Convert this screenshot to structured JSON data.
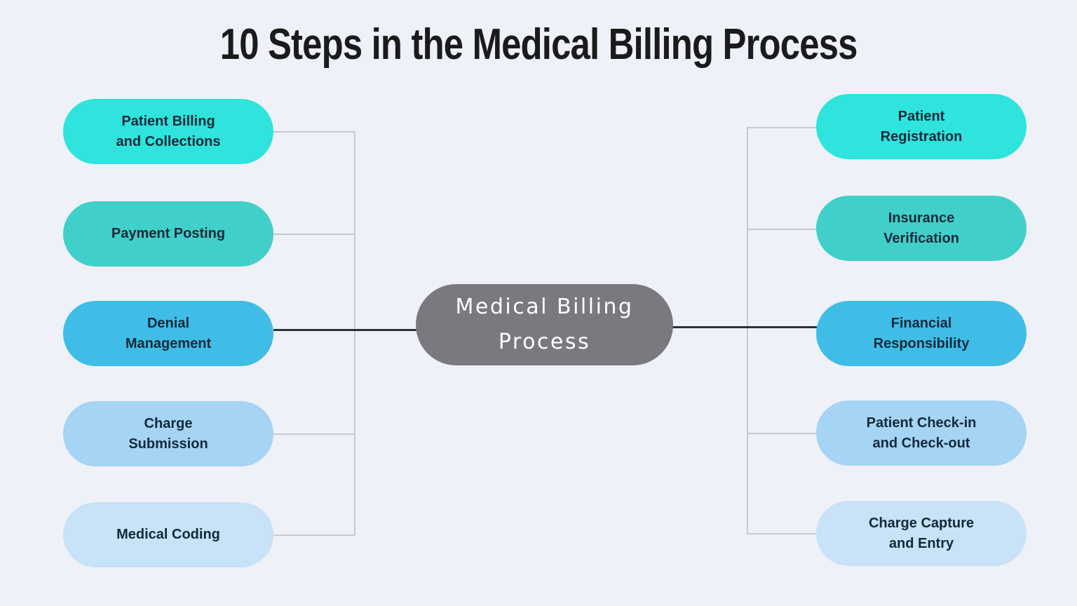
{
  "title": "10 Steps in the Medical Billing Process",
  "colors": {
    "background": "#EFF1F9",
    "title_text": "#1B1B1D",
    "node_text": "#13293A",
    "center_fill": "#7A797F",
    "center_text": "#FFFFFF",
    "connector_light": "#C6C9D3",
    "connector_dark": "#303034",
    "step_fills": [
      "#2EE4DD",
      "#41CFC9",
      "#3FBDE6",
      "#A5D4F4",
      "#C8E2F7"
    ]
  },
  "center_node": {
    "lines": [
      "Medical Billing",
      "Process"
    ]
  },
  "left_nodes": [
    {
      "lines": [
        "Patient Billing",
        "and Collections"
      ],
      "fill": "#2EE4DD"
    },
    {
      "lines": [
        "Payment Posting"
      ],
      "fill": "#41CFC9"
    },
    {
      "lines": [
        "Denial",
        "Management"
      ],
      "fill": "#3FBDE6"
    },
    {
      "lines": [
        "Charge",
        "Submission"
      ],
      "fill": "#A5D4F4"
    },
    {
      "lines": [
        "Medical Coding"
      ],
      "fill": "#C8E2F7"
    }
  ],
  "right_nodes": [
    {
      "lines": [
        "Patient",
        "Registration"
      ],
      "fill": "#2EE4DD"
    },
    {
      "lines": [
        "Insurance",
        "Verification"
      ],
      "fill": "#41CFC9"
    },
    {
      "lines": [
        "Financial",
        "Responsibility"
      ],
      "fill": "#3FBDE6"
    },
    {
      "lines": [
        "Patient Check-in",
        "and Check-out"
      ],
      "fill": "#A5D4F4"
    },
    {
      "lines": [
        "Charge Capture",
        "and Entry"
      ],
      "fill": "#C8E2F7"
    }
  ]
}
